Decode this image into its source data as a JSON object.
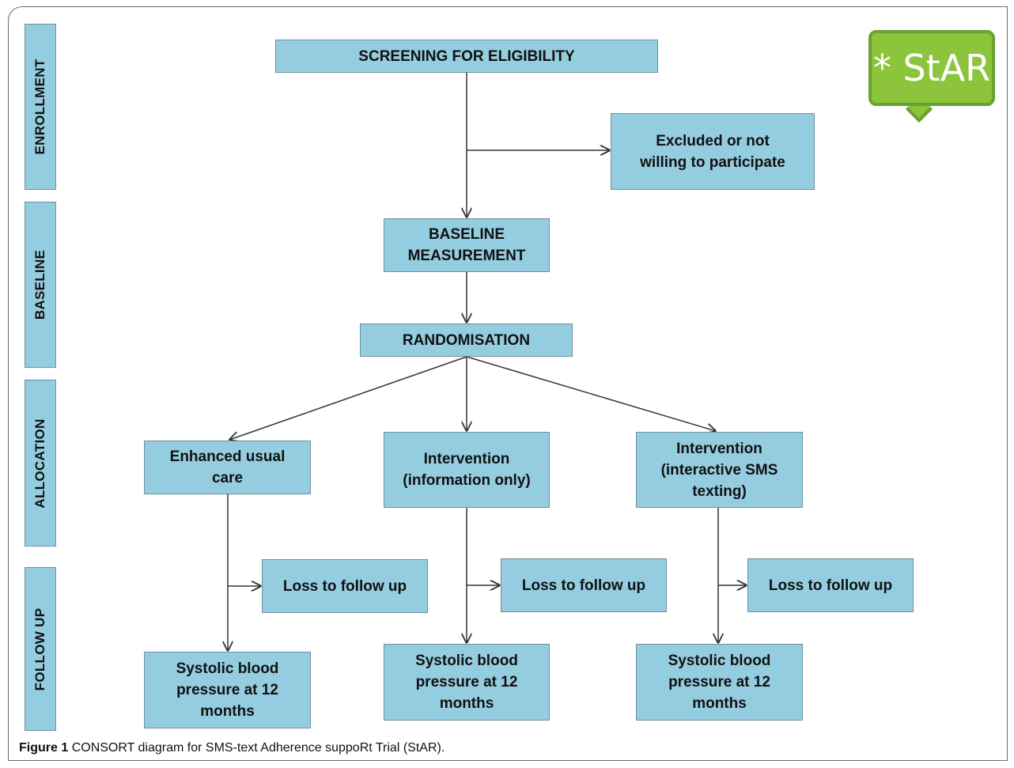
{
  "phases": {
    "enrollment": "ENROLLMENT",
    "baseline": "BASELINE",
    "allocation": "ALLOCATION",
    "follow_up": "FOLLOW UP"
  },
  "boxes": {
    "screening": "SCREENING FOR ELIGIBILITY",
    "excluded": "Excluded or not\nwilling to participate",
    "baseline_measurement": "BASELINE\nMEASUREMENT",
    "randomisation": "RANDOMISATION",
    "arm1": "Enhanced usual\ncare",
    "arm2": "Intervention\n(information only)",
    "arm3": "Intervention\n(interactive SMS\ntexting)",
    "loss1": "Loss to follow up",
    "loss2": "Loss to follow up",
    "loss3": "Loss to follow up",
    "outcome1": "Systolic blood\npressure at 12\nmonths",
    "outcome2": "Systolic blood\npressure at 12\nmonths",
    "outcome3": "Systolic blood\npressure at 12\nmonths"
  },
  "logo": {
    "text": "* StAR",
    "color": "#8cc43c"
  },
  "caption": {
    "label": "Figure 1",
    "text": "CONSORT diagram for SMS-text Adherence suppoRt Trial (StAR)."
  },
  "colors": {
    "box_fill": "#95cde0",
    "box_border": "#6e8fa0",
    "line": "#333333"
  }
}
